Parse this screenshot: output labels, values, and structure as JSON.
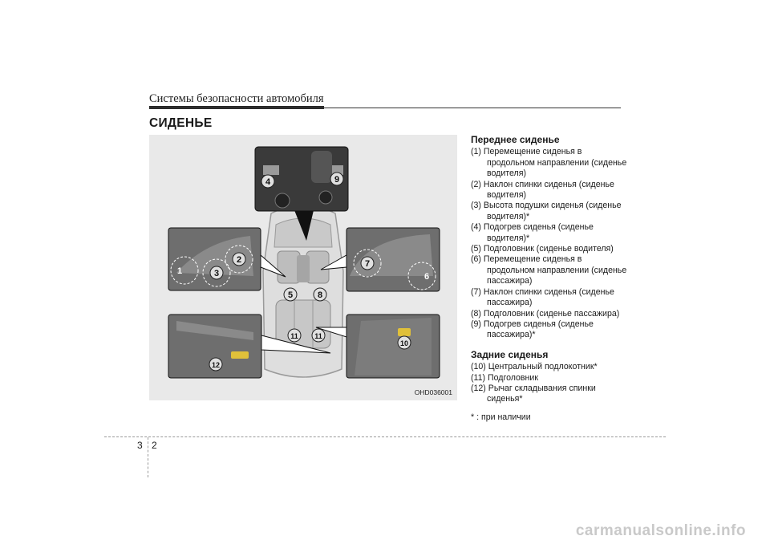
{
  "header": {
    "title": "Системы безопасности автомобиля"
  },
  "section_title": "СИДЕНЬЕ",
  "figure": {
    "code": "OHD036001",
    "callouts": [
      "1",
      "2",
      "3",
      "4",
      "5",
      "6",
      "7",
      "8",
      "9",
      "10",
      "11",
      "11",
      "12"
    ]
  },
  "front": {
    "heading": "Переднее сиденье",
    "items": [
      "(1) Перемещение сиденья в продольном направлении (сиденье водителя)",
      "(2) Наклон спинки сиденья (сиденье водителя)",
      "(3) Высота подушки сиденья (сиденье водителя)*",
      "(4) Подогрев сиденья (сиденье водителя)*",
      "(5) Подголовник (сиденье водителя)",
      "(6) Перемещение сиденья в продольном направлении (сиденье пассажира)",
      "(7) Наклон спинки сиденья (сиденье пассажира)",
      "(8) Подголовник (сиденье пассажира)",
      "(9) Подогрев сиденья (сиденье пассажира)*"
    ]
  },
  "rear": {
    "heading": "Задние сиденья",
    "items": [
      "(10) Центральный подлокотник*",
      "(11) Подголовник",
      "(12) Рычаг складывания спинки сиденья*"
    ]
  },
  "footnote": "* : при наличии",
  "page": {
    "chapter": "3",
    "number": "2"
  },
  "watermark": "carmanualsonline.info"
}
